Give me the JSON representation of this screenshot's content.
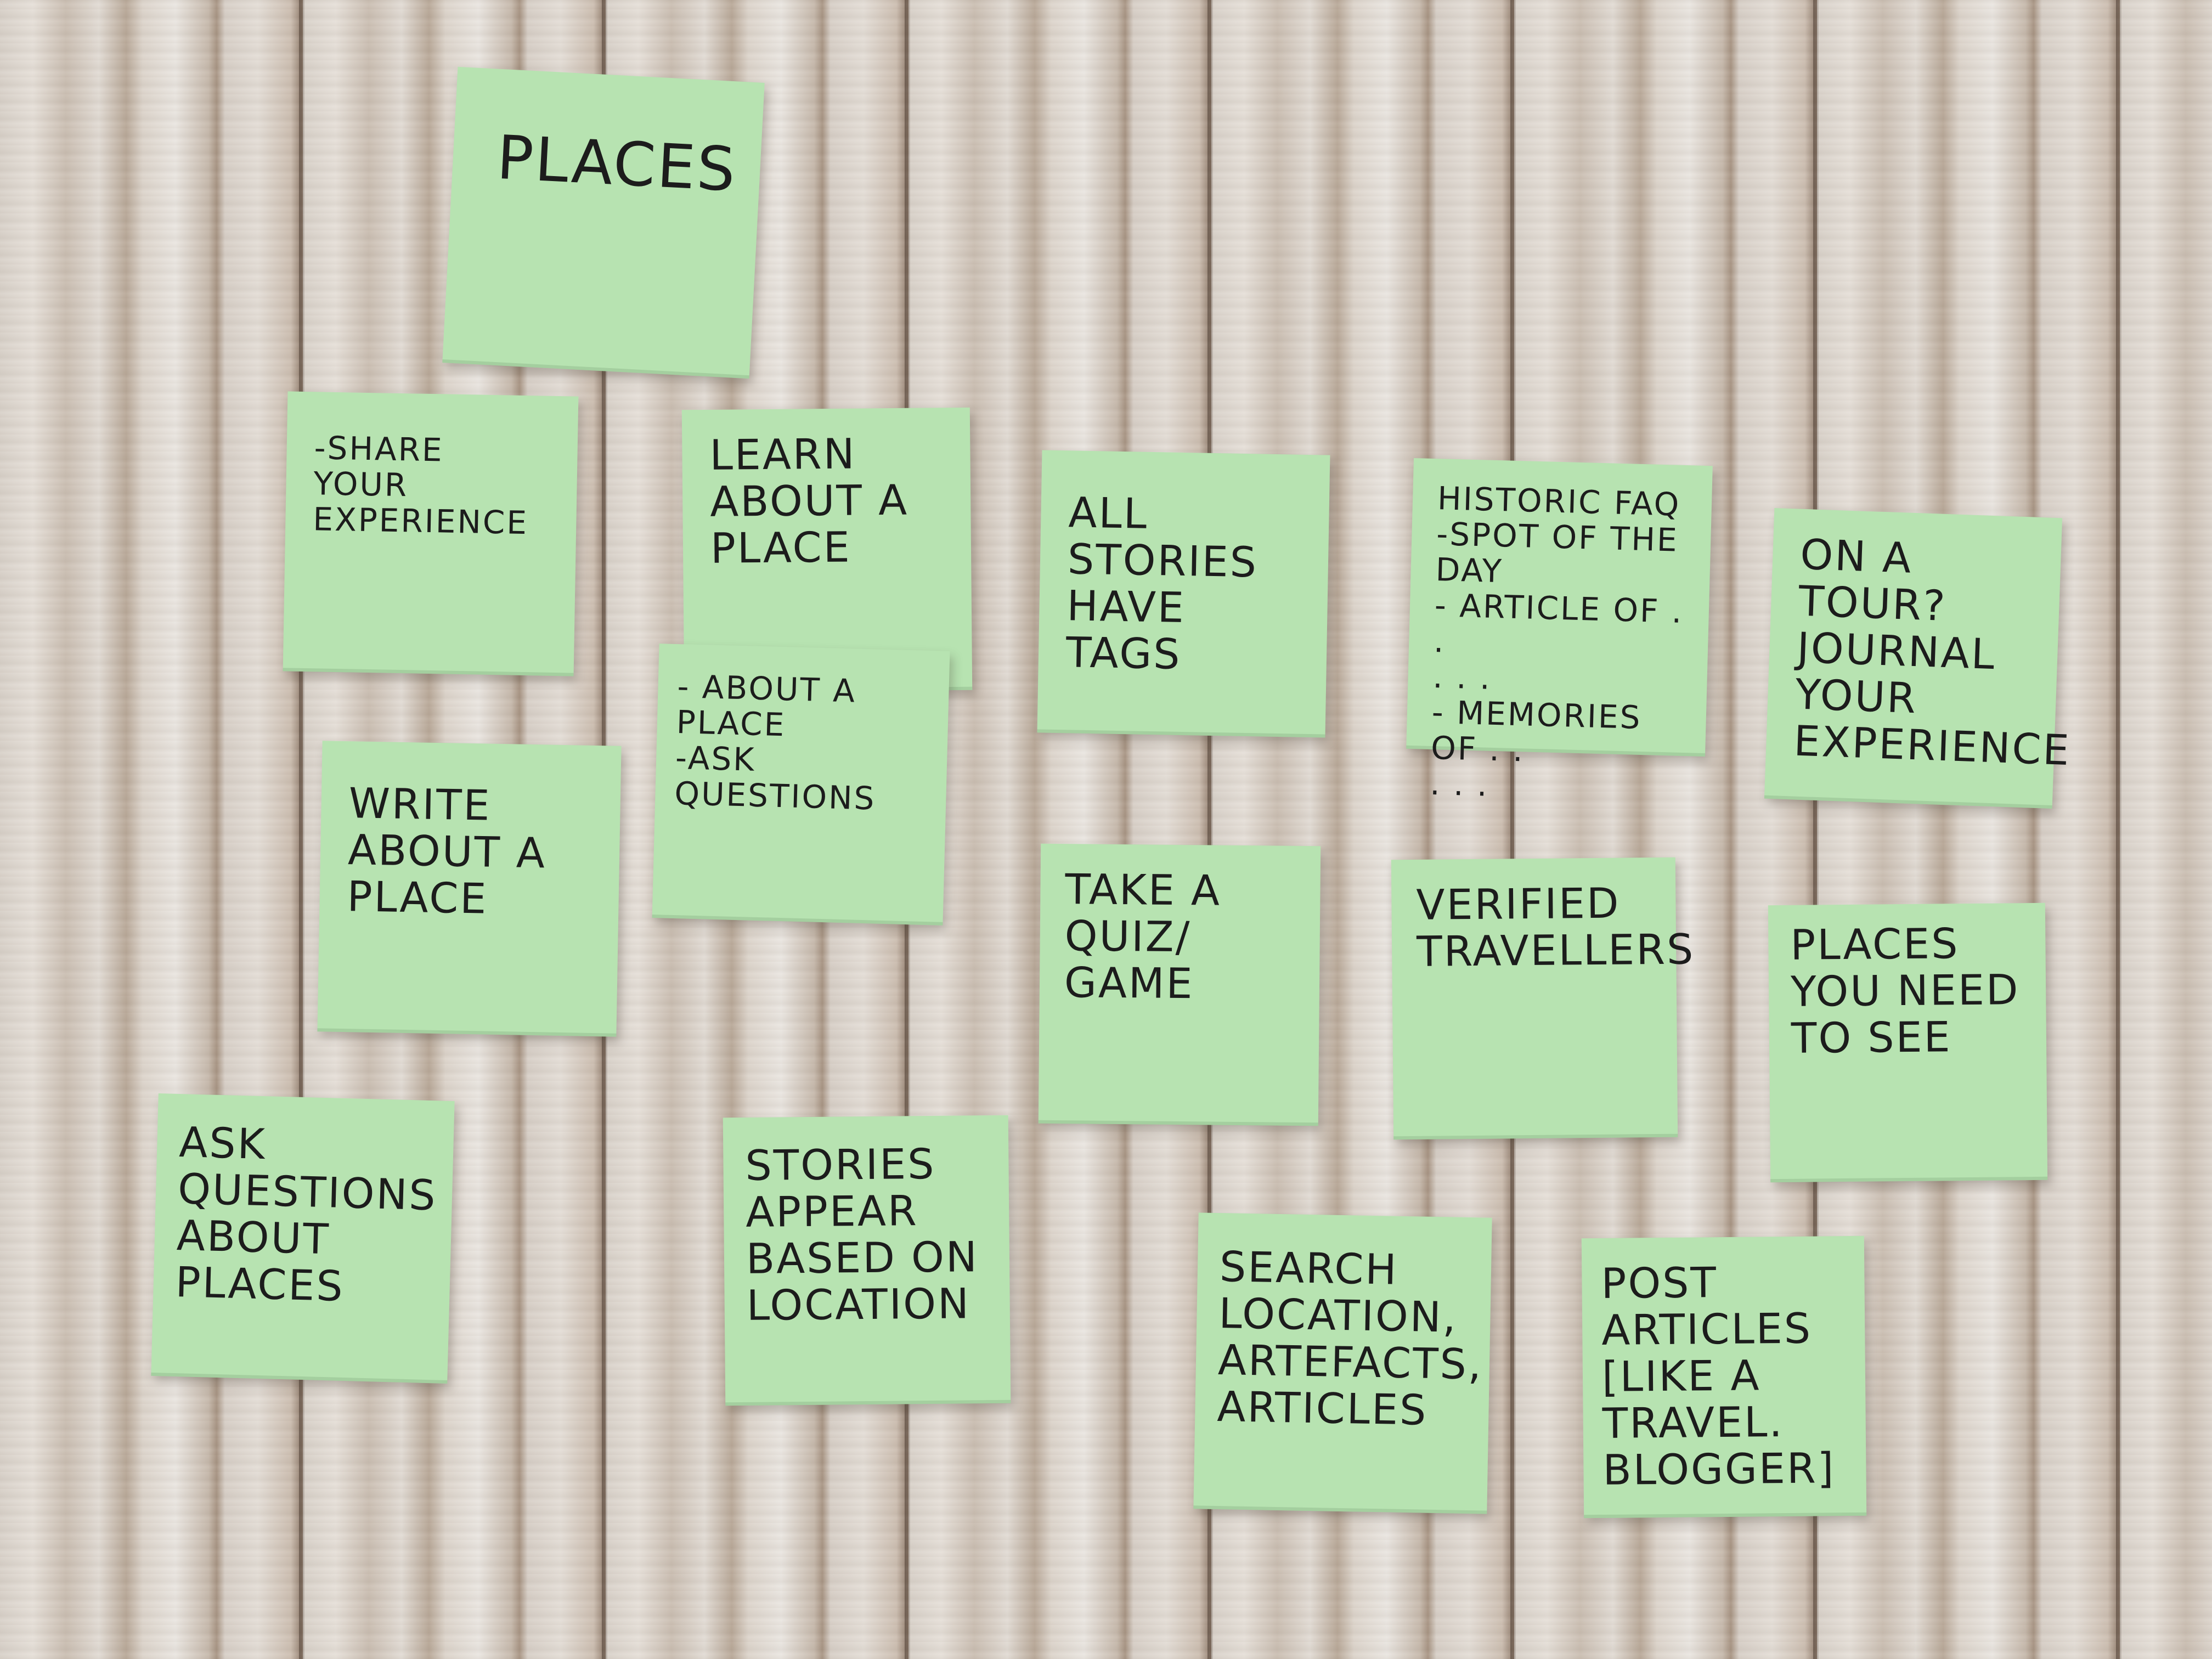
{
  "notes": {
    "places": "PLACES",
    "share": "-SHARE\nYOUR EXPERIENCE",
    "learn": "LEARN\nABOUT A\nPLACE",
    "all_stories": "ALL STORIES\nHAVE TAGS",
    "historic": "HISTORIC FAQ\n-SPOT OF THE\nDAY\n- ARTICLE OF . .\n. . .\n- MEMORIES OF . .\n. . .",
    "tour": "ON A TOUR?\nJOURNAL\nYOUR\nEXPERIENCE",
    "about_place": "- ABOUT A\nPLACE\n-ASK QUESTIONS",
    "write": "WRITE\nABOUT A\nPLACE",
    "quiz": "TAKE A\nQUIZ/\nGAME",
    "verified": "VERIFIED\nTRAVELLERS",
    "places_see": "PLACES\nYOU NEED\nTO SEE",
    "ask": "ASK\nQUESTIONS\nABOUT\nPLACES",
    "stories_location": "STORIES\nAPPEAR\nBASED ON\nLOCATION",
    "search": "SEARCH\nLOCATION,\nARTEFACTS,\nARTICLES",
    "post": "POST ARTICLES\n[LIKE A\nTRAVEL.\nBLOGGER]"
  },
  "colors": {
    "sticky_note": "#b7e3b1",
    "ink": "#1c1c1c",
    "wood": "#d9d2ca"
  }
}
